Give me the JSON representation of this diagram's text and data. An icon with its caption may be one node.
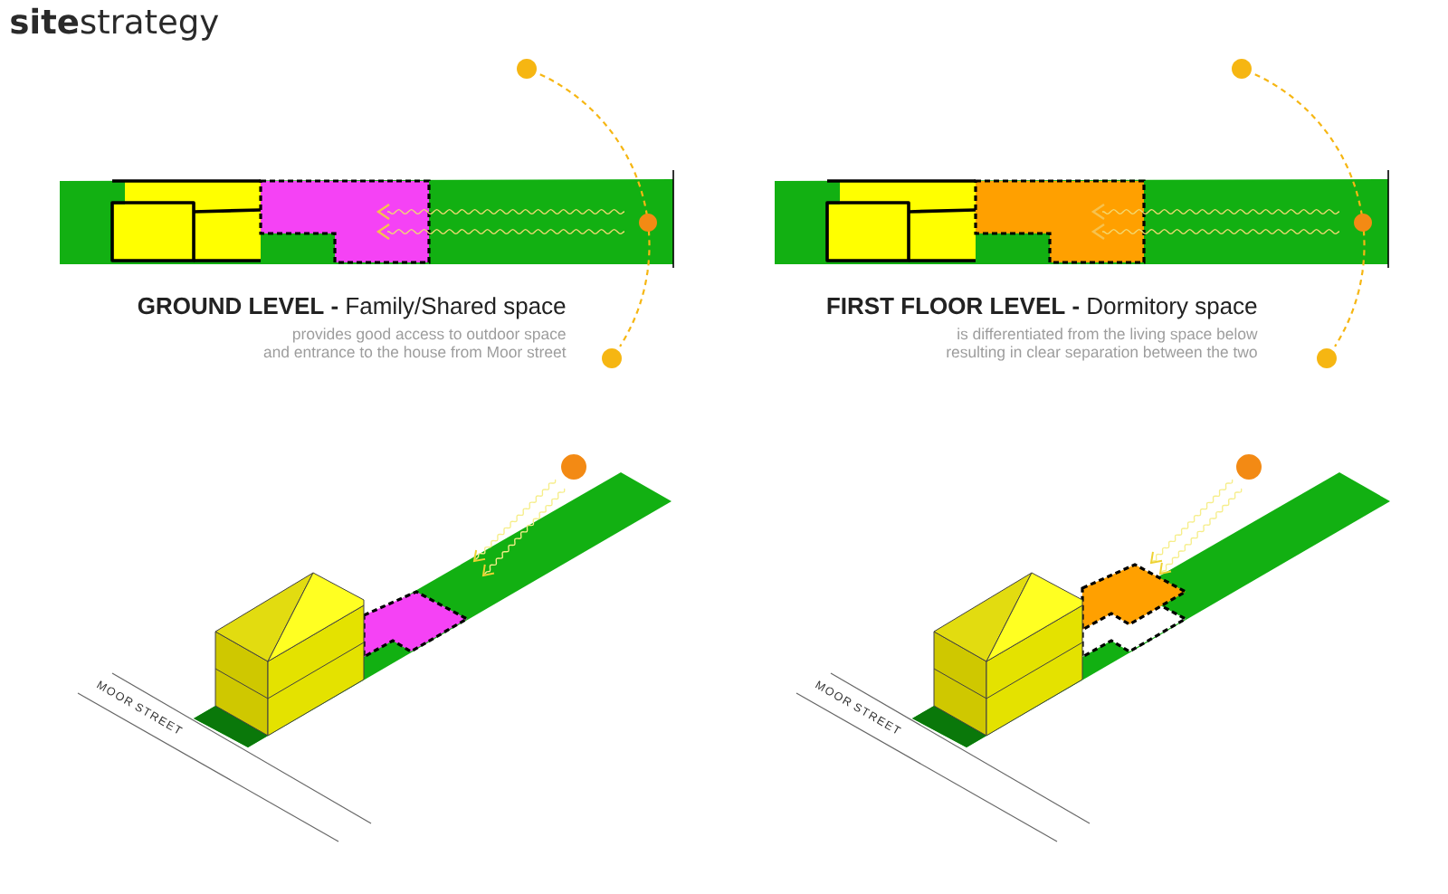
{
  "diagram": {
    "title": "**site**strategy",
    "labels": [
      "**GROUND LEVEL -** Family/Shared space",
      "provides good access to outdoor space and entrance to the house from Moor street",
      "**FIRST FLOOR LEVEL -** Dormitory space",
      "is differentiated from the living space below resulting in clear separation between the two",
      "MOOR STREET",
      "MOOR STREET"
    ]
  }
}
